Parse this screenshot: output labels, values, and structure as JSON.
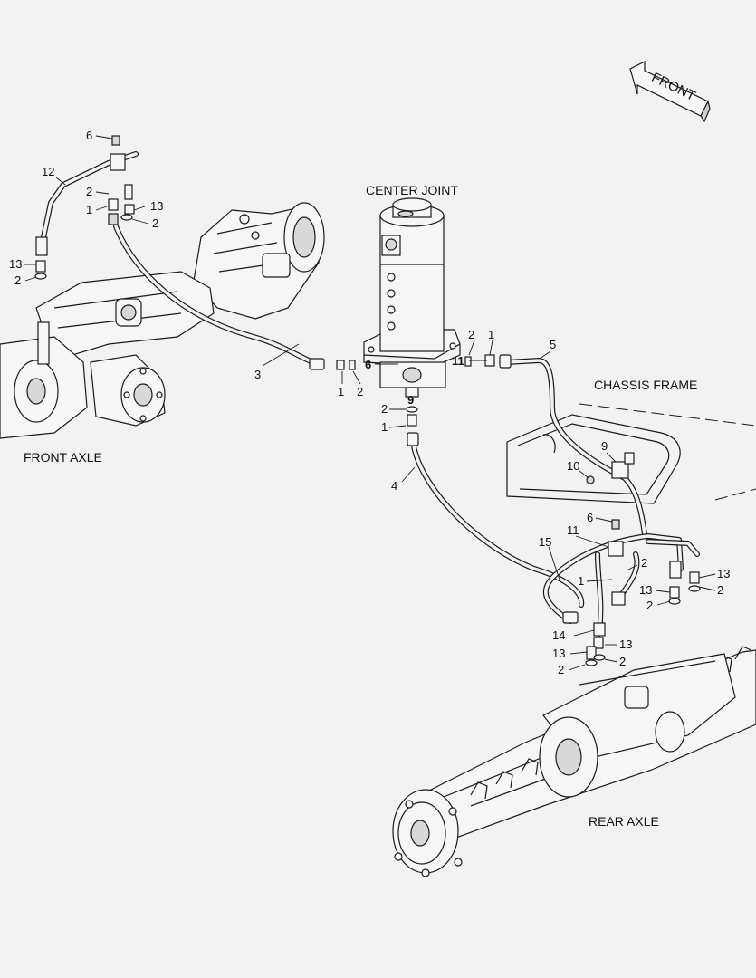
{
  "labels": {
    "center_joint": "CENTER JOINT",
    "chassis_frame": "CHASSIS FRAME",
    "front_axle": "FRONT AXLE",
    "rear_axle": "REAR AXLE",
    "front_arrow": "FRONT"
  },
  "callouts": [
    {
      "text": "6",
      "style": "normal"
    },
    {
      "text": "12",
      "style": "normal"
    },
    {
      "text": "2",
      "style": "normal"
    },
    {
      "text": "1",
      "style": "normal"
    },
    {
      "text": "13",
      "style": "normal"
    },
    {
      "text": "2",
      "style": "normal"
    },
    {
      "text": "13",
      "style": "normal"
    },
    {
      "text": "2",
      "style": "normal"
    },
    {
      "text": "3",
      "style": "normal"
    },
    {
      "text": "1",
      "style": "normal"
    },
    {
      "text": "2",
      "style": "normal"
    },
    {
      "text": "6",
      "style": "bold"
    },
    {
      "text": "11",
      "style": "bold"
    },
    {
      "text": "2",
      "style": "normal"
    },
    {
      "text": "1",
      "style": "normal"
    },
    {
      "text": "5",
      "style": "normal"
    },
    {
      "text": "9",
      "style": "bold"
    },
    {
      "text": "2",
      "style": "normal"
    },
    {
      "text": "1",
      "style": "normal"
    },
    {
      "text": "4",
      "style": "normal"
    },
    {
      "text": "9",
      "style": "normal"
    },
    {
      "text": "10",
      "style": "normal"
    },
    {
      "text": "6",
      "style": "normal"
    },
    {
      "text": "11",
      "style": "normal"
    },
    {
      "text": "15",
      "style": "normal"
    },
    {
      "text": "2",
      "style": "normal"
    },
    {
      "text": "1",
      "style": "normal"
    },
    {
      "text": "13",
      "style": "normal"
    },
    {
      "text": "2",
      "style": "normal"
    },
    {
      "text": "13",
      "style": "normal"
    },
    {
      "text": "2",
      "style": "normal"
    },
    {
      "text": "14",
      "style": "normal"
    },
    {
      "text": "13",
      "style": "normal"
    },
    {
      "text": "13",
      "style": "normal"
    },
    {
      "text": "2",
      "style": "normal"
    },
    {
      "text": "2",
      "style": "normal"
    }
  ]
}
